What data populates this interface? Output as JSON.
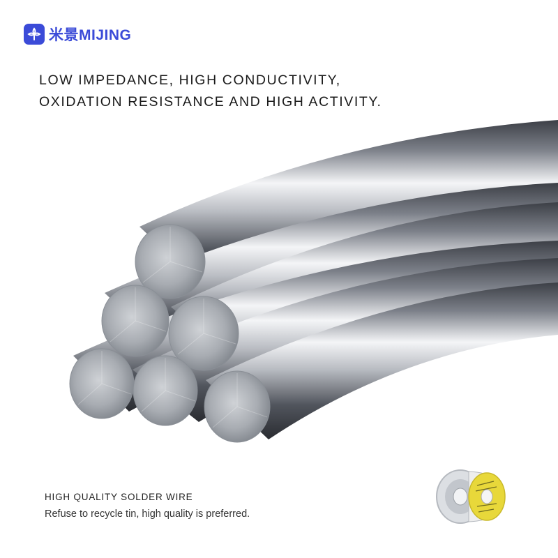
{
  "brand": {
    "name": "米景MIJING",
    "color": "#3b4bd8",
    "logo_icon": "flower-logo-icon"
  },
  "headline": {
    "line1": "LOW IMPEDANCE, HIGH CONDUCTIVITY,",
    "line2": "OXIDATION RESISTANCE AND HIGH ACTIVITY."
  },
  "hero": {
    "subject": "solder-wire-bundle-icon",
    "wire_count": 6
  },
  "caption": {
    "title": "HIGH QUALITY SOLDER WIRE",
    "subtitle": "Refuse to recycle tin, high quality is preferred."
  },
  "product": {
    "icon": "solder-spool-icon",
    "label_color": "#e8d83a"
  }
}
